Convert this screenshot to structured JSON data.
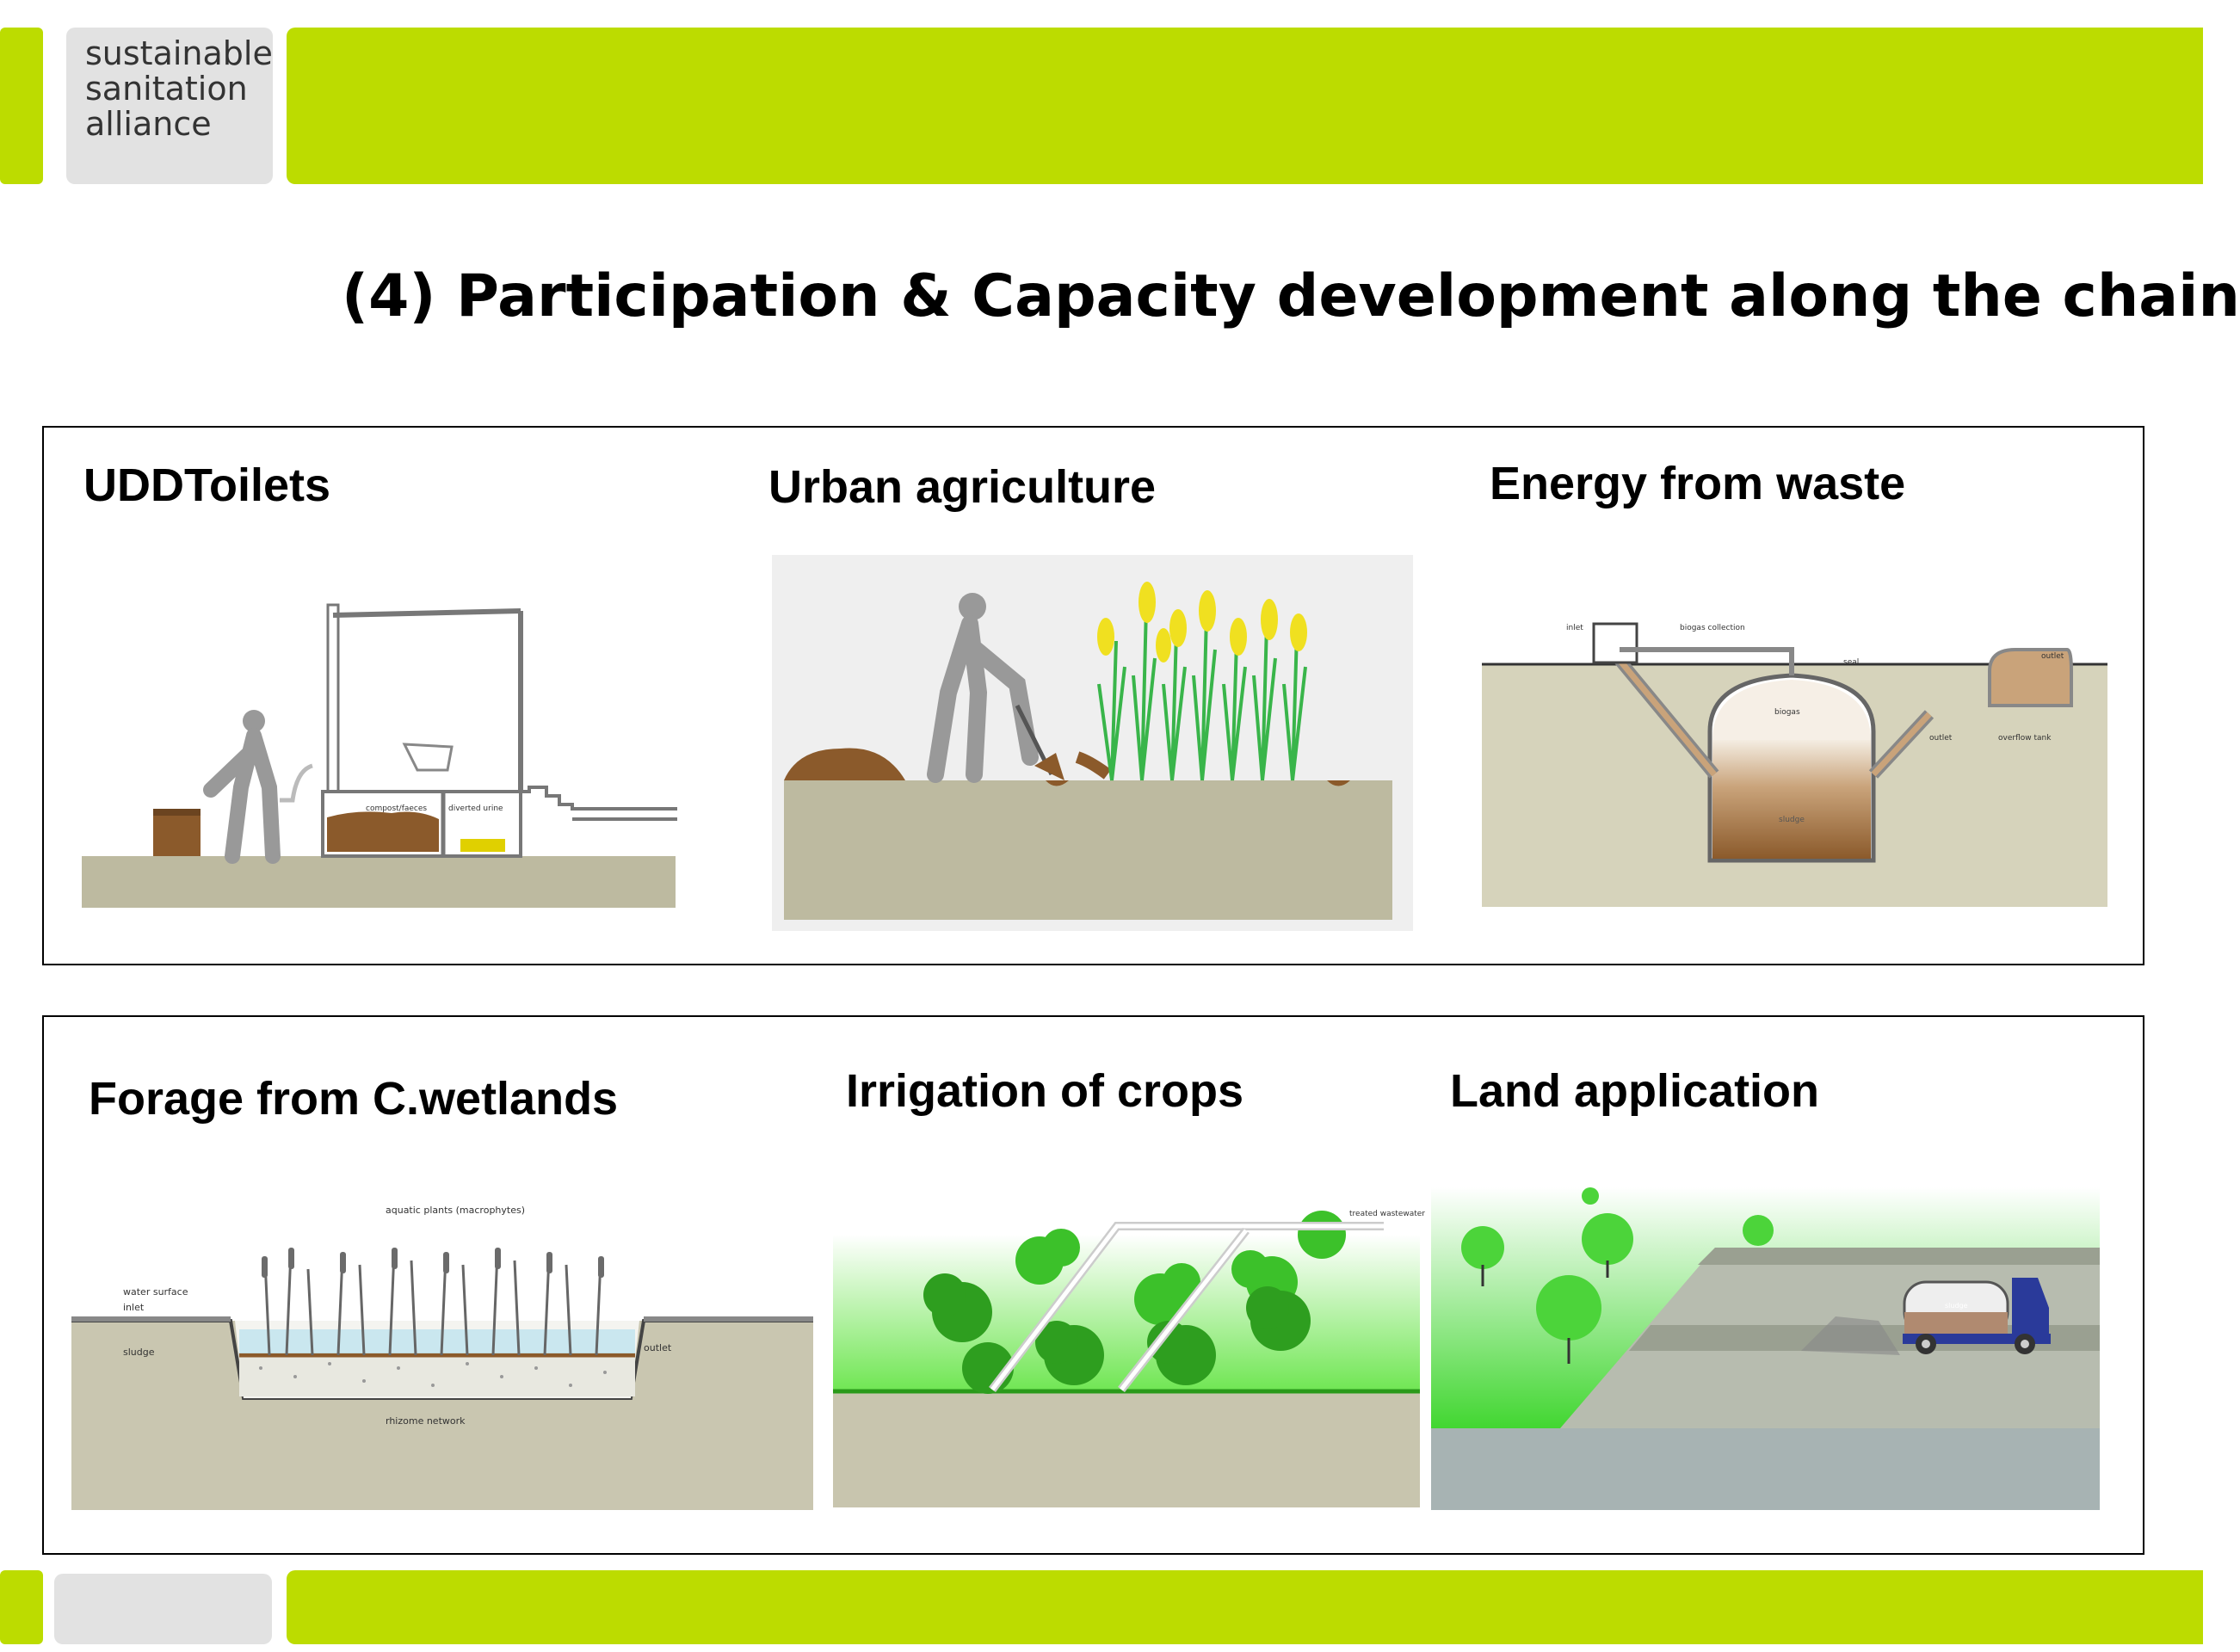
{
  "header": {
    "logo_lines": [
      "sustainable",
      "sanitation",
      "alliance"
    ]
  },
  "slide": {
    "title": "(4) Participation & Capacity development along the chain"
  },
  "panels": [
    {
      "items": [
        {
          "caption": "UDDToilets"
        },
        {
          "caption": "Urban agriculture"
        },
        {
          "caption": "Energy from waste"
        }
      ]
    },
    {
      "items": [
        {
          "caption": "Forage from C.wetlands"
        },
        {
          "caption": "Irrigation of crops"
        },
        {
          "caption": "Land application"
        }
      ]
    }
  ],
  "illustration_labels": {
    "uddt": [
      "compost/faeces",
      "diverted urine"
    ],
    "biogas": [
      "inlet",
      "biogas collection",
      "seal",
      "outlet",
      "biogas",
      "outlet",
      "overflow tank",
      "sludge"
    ],
    "wetland": [
      "aquatic plants (macrophytes)",
      "water surface",
      "inlet",
      "sludge",
      "outlet",
      "rhizome network"
    ],
    "irrigation": [
      "treated wastewater"
    ],
    "land": [
      "sludge"
    ]
  },
  "colors": {
    "accent_green": "#bcdc00",
    "logo_box_grey": "#e2e2e2",
    "ground": "#bdbaa0"
  }
}
